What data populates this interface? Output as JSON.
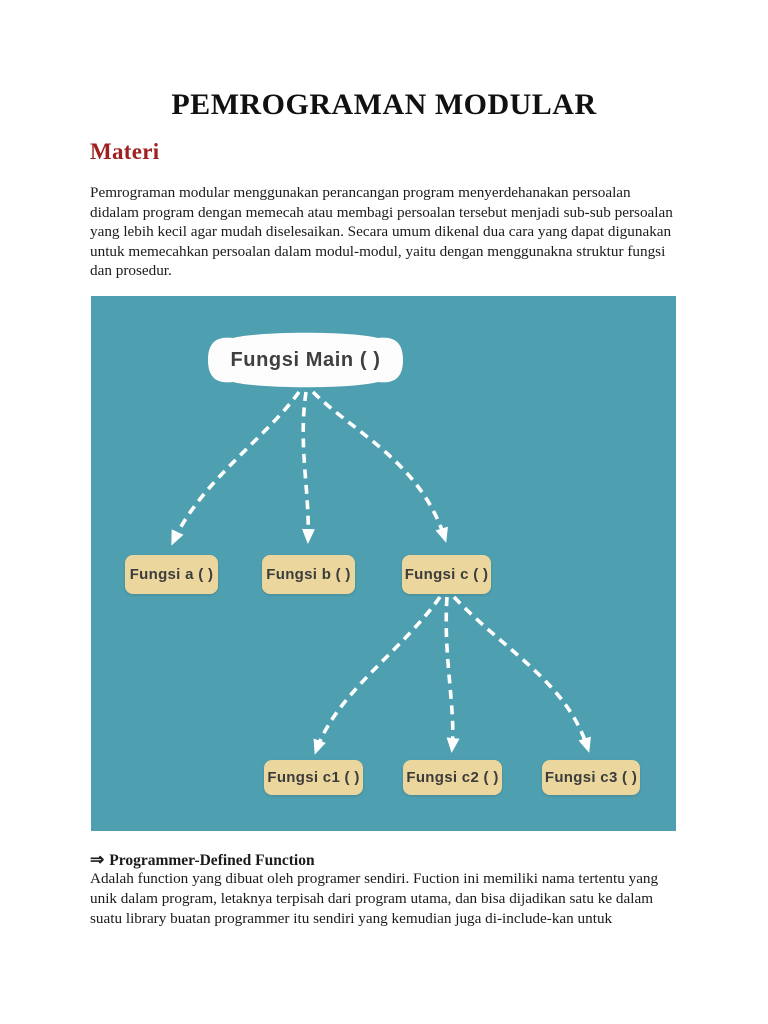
{
  "page": {
    "title": "PEMROGRAMAN MODULAR",
    "section_heading": "Materi",
    "intro_lines": [
      "Pemrograman modular menggunakan perancangan program menyerdehanakan persoalan",
      "didalam program dengan memecah atau membagi persoalan tersebut menjadi sub-sub persoalan",
      "yang lebih kecil agar mudah diselesaikan. Secara umum dikenal dua cara yang dapat digunakan",
      "untuk memecahkan persoalan dalam modul-modul, yaitu dengan menggunakna struktur fungsi",
      "dan prosedur."
    ]
  },
  "diagram": {
    "root_label": "Fungsi Main ( )",
    "level1": [
      "Fungsi a ( )",
      "Fungsi b ( )",
      "Fungsi c ( )"
    ],
    "level2": [
      "Fungsi c1 ( )",
      "Fungsi c2 ( )",
      "Fungsi c3 ( )"
    ],
    "colors": {
      "background": "#4E9FB0",
      "root_fill": "#FDFDFD",
      "node_fill": "#EBD79E",
      "node_text": "#3C3C3C",
      "arrow": "#FFFFFF"
    }
  },
  "footer": {
    "arrow_glyph": "⇒",
    "heading": "Programmer-Defined Function",
    "body_lines": [
      "Adalah function yang dibuat oleh programer sendiri. Fuction ini memiliki nama tertentu yang",
      "unik dalam program, letaknya terpisah dari program utama, dan bisa dijadikan satu ke dalam",
      "suatu library buatan programmer itu sendiri yang kemudian juga di-include-kan untuk"
    ]
  },
  "colors": {
    "heading_red": "#9E2020",
    "body_text": "#1B1B1B"
  }
}
